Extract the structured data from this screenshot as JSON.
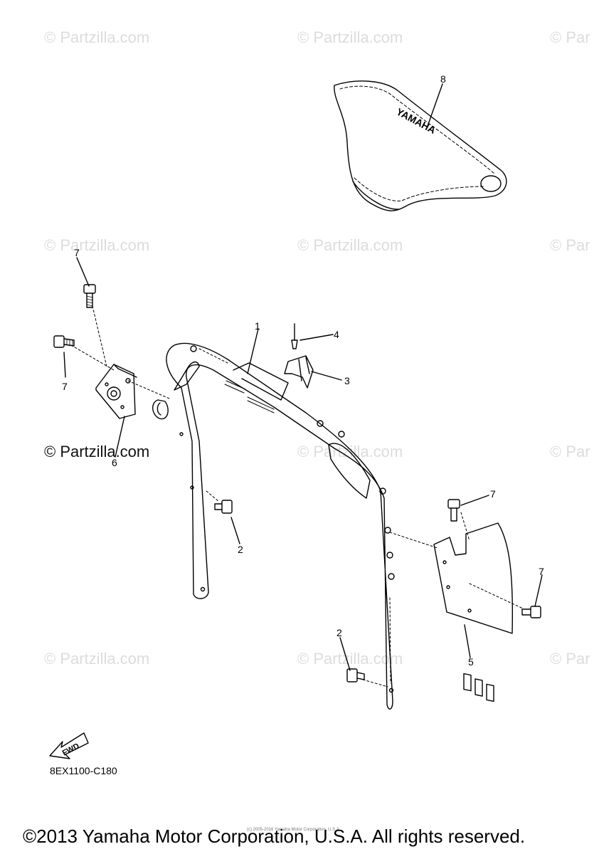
{
  "watermarks": [
    "© Partzilla.com",
    "© Partzilla.com",
    "© Par",
    "© Partzilla.com",
    "© Partzilla.com",
    "© Par",
    "© Partzilla.com",
    "© Partzilla.com",
    "© Par",
    "© Partzilla.com",
    "© Partzilla.com",
    "© Par"
  ],
  "callouts": {
    "c1": "1",
    "c2a": "2",
    "c2b": "2",
    "c3": "3",
    "c4": "4",
    "c5": "5",
    "c6": "6",
    "c7a": "7",
    "c7b": "7",
    "c7c": "7",
    "c7d": "7",
    "c8": "8"
  },
  "seat_brand": "YAMAHA",
  "fwd_label": "FWD",
  "diagram_code": "8EX1100-C180",
  "tiny_copyright": "(c) 2005-2016 Yamaha Motor Corporation, U.S.A.",
  "copyright": "©2013 Yamaha Motor Corporation, U.S.A. All rights reserved."
}
